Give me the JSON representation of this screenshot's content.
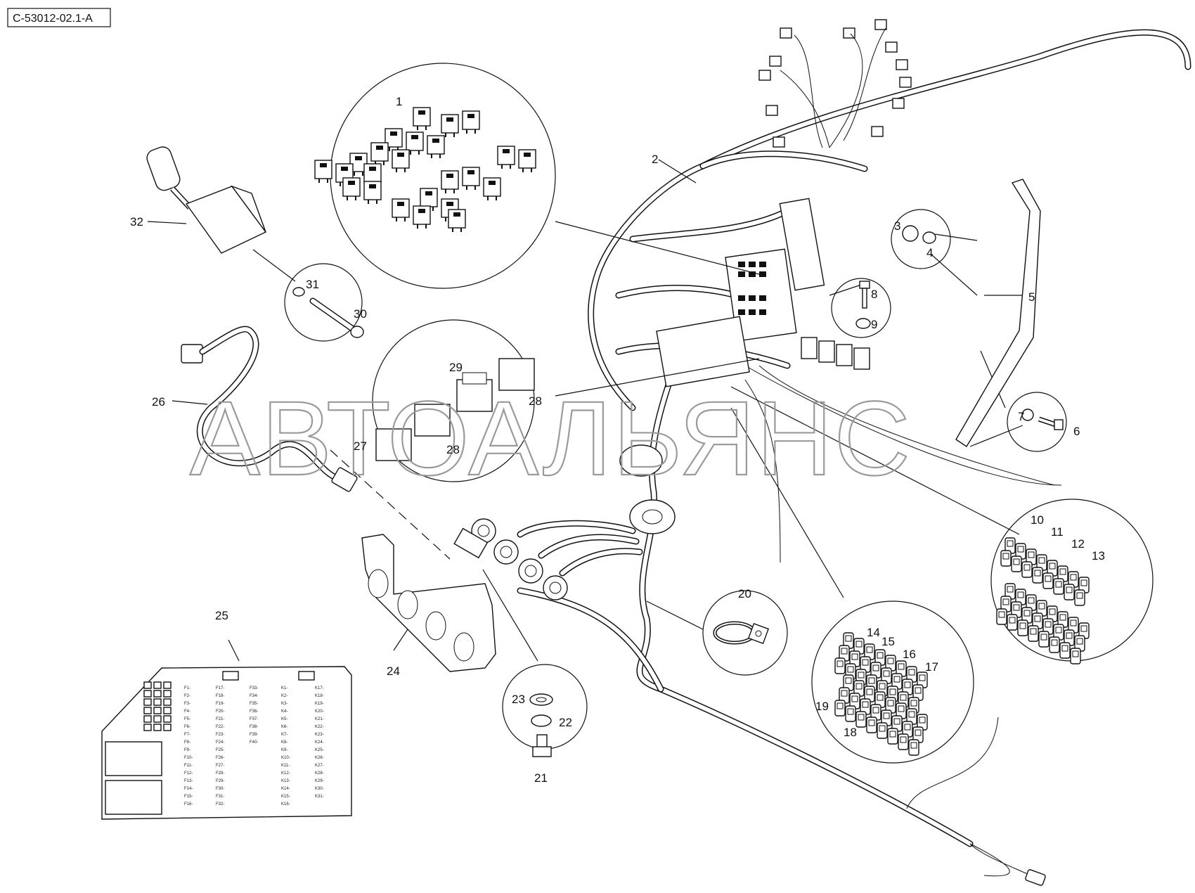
{
  "document_code": "C-53012-02.1-A",
  "watermark": "АВТОАЛЬЯНС",
  "callouts": [
    {
      "id": "1",
      "text": "1"
    },
    {
      "id": "2",
      "text": "2"
    },
    {
      "id": "3",
      "text": "3"
    },
    {
      "id": "4",
      "text": "4"
    },
    {
      "id": "5",
      "text": "5"
    },
    {
      "id": "6",
      "text": "6"
    },
    {
      "id": "7",
      "text": "7"
    },
    {
      "id": "8",
      "text": "8"
    },
    {
      "id": "9",
      "text": "9"
    },
    {
      "id": "10",
      "text": "10"
    },
    {
      "id": "11",
      "text": "11"
    },
    {
      "id": "12",
      "text": "12"
    },
    {
      "id": "13",
      "text": "13"
    },
    {
      "id": "14",
      "text": "14"
    },
    {
      "id": "15",
      "text": "15"
    },
    {
      "id": "16",
      "text": "16"
    },
    {
      "id": "17",
      "text": "17"
    },
    {
      "id": "18",
      "text": "18"
    },
    {
      "id": "19",
      "text": "19"
    },
    {
      "id": "20",
      "text": "20"
    },
    {
      "id": "21",
      "text": "21"
    },
    {
      "id": "22",
      "text": "22"
    },
    {
      "id": "23",
      "text": "23"
    },
    {
      "id": "24",
      "text": "24"
    },
    {
      "id": "25",
      "text": "25"
    },
    {
      "id": "26",
      "text": "26"
    },
    {
      "id": "27",
      "text": "27"
    },
    {
      "id": "28a",
      "text": "28"
    },
    {
      "id": "28b",
      "text": "28"
    },
    {
      "id": "29",
      "text": "29"
    },
    {
      "id": "30",
      "text": "30"
    },
    {
      "id": "31",
      "text": "31"
    },
    {
      "id": "32",
      "text": "32"
    }
  ],
  "fuse_label": {
    "col1": [
      "F1-",
      "F2-",
      "F3-",
      "F4-",
      "F5-",
      "F6-",
      "F7-",
      "F8-",
      "F9-",
      "F10-",
      "F11-",
      "F12-",
      "F13-",
      "F14-",
      "F15-",
      "F16-"
    ],
    "col2": [
      "F17-",
      "F18-",
      "F19-",
      "F20-",
      "F21-",
      "F22-",
      "F23-",
      "F24-",
      "F25-",
      "F26-",
      "F27-",
      "F28-",
      "F29-",
      "F30-",
      "F31-",
      "F32-"
    ],
    "col3": [
      "F33-",
      "F34-",
      "F35-",
      "F36-",
      "F37-",
      "F38-",
      "F39-",
      "F40-"
    ],
    "col4": [
      "K1-",
      "K2-",
      "K3-",
      "K4-",
      "K5-",
      "K6-",
      "K7-",
      "K8-",
      "K9-",
      "K10-",
      "K11-",
      "K12-",
      "K13-",
      "K14-",
      "K15-",
      "K16-"
    ],
    "col5": [
      "K17-",
      "K18-",
      "K19-",
      "K20-",
      "K21-",
      "K22-",
      "K23-",
      "K24-",
      "K25-",
      "K26-",
      "K27-",
      "K28-",
      "K29-",
      "K30-",
      "K31-"
    ]
  }
}
